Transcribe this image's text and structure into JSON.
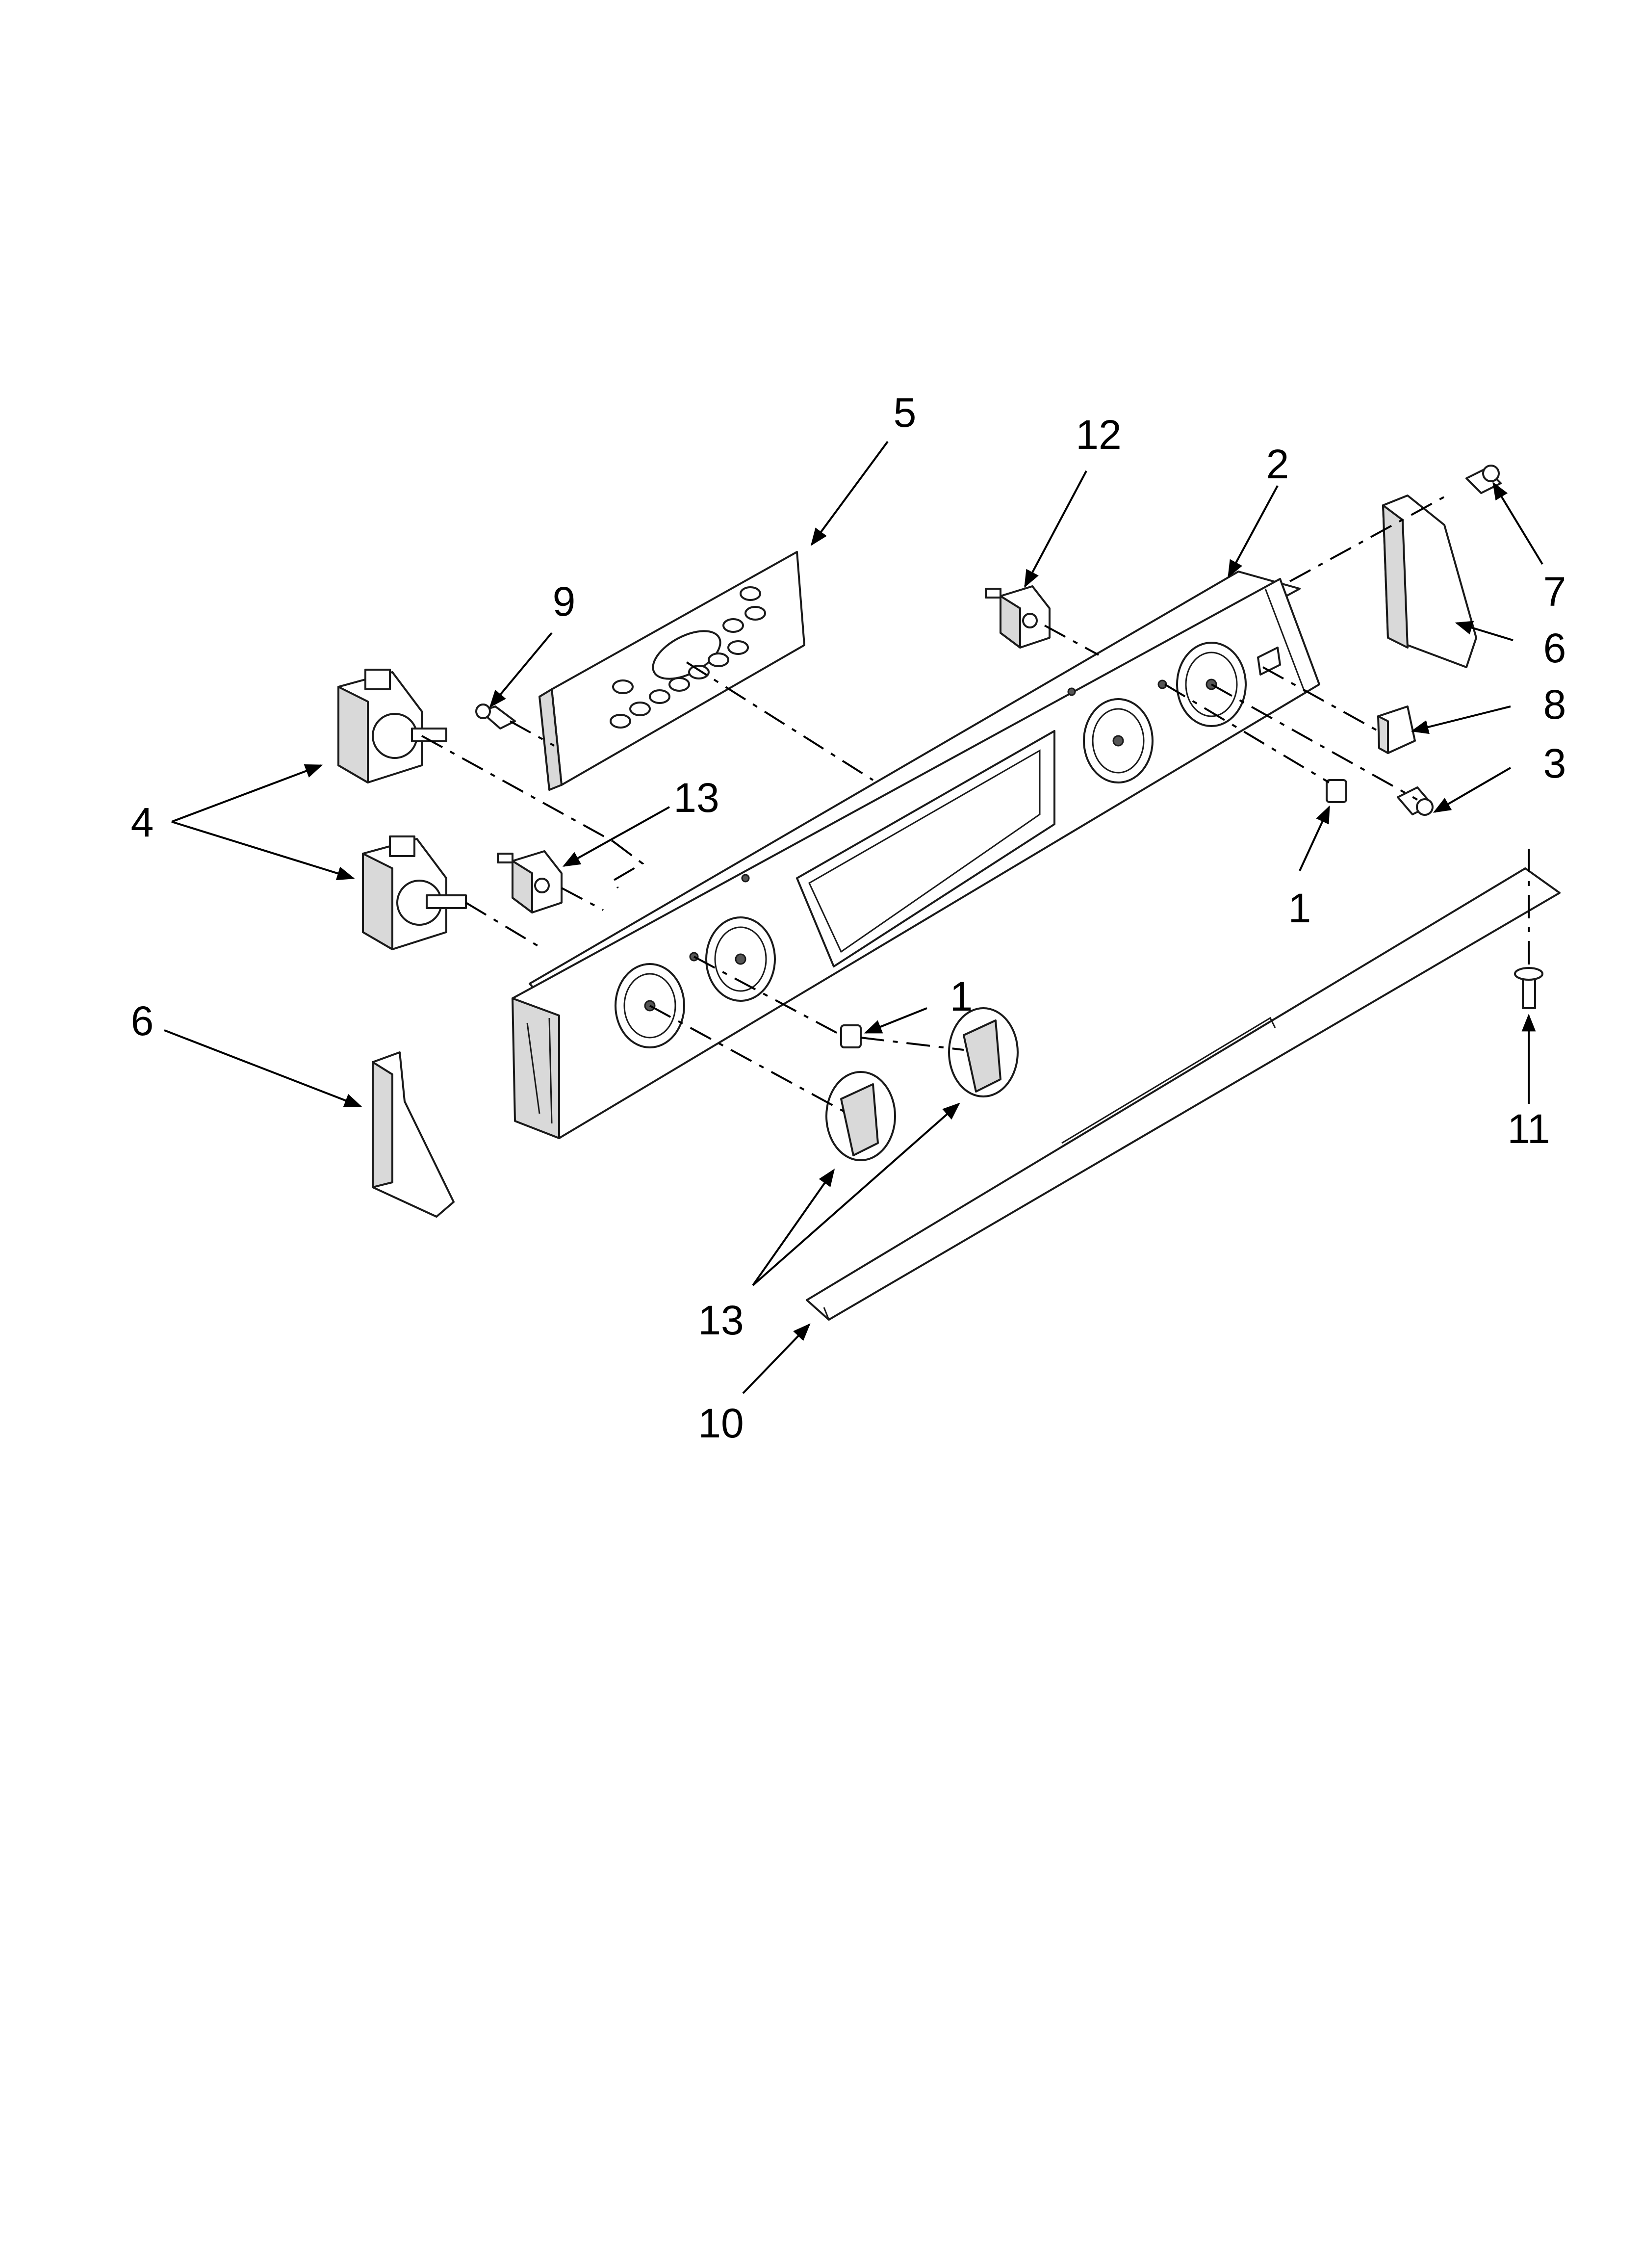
{
  "callouts": {
    "c1a": "1",
    "c1b": "1",
    "c2": "2",
    "c3": "3",
    "c4": "4",
    "c5": "5",
    "c6a": "6",
    "c6b": "6",
    "c7": "7",
    "c8": "8",
    "c9": "9",
    "c10": "10",
    "c11": "11",
    "c12": "12",
    "c13a": "13",
    "c13b": "13"
  },
  "colors": {
    "line": "#1a1a1a",
    "shade": "#d9d9d9",
    "background": "#ffffff"
  }
}
